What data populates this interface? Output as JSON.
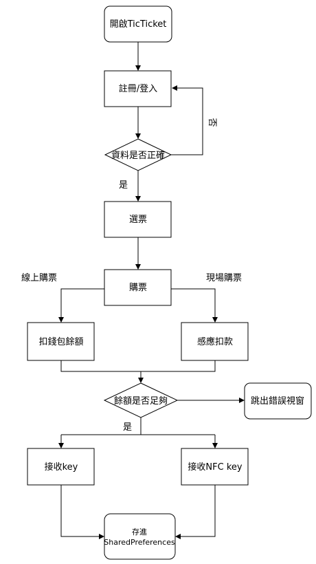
{
  "nodes": {
    "start": "開啟TicTicket",
    "register": "註冊/登入",
    "check_data": "資料是否正確",
    "select_ticket": "選票",
    "buy_ticket": "購票",
    "deduct_wallet": "扣錢包餘額",
    "nfc_deduct": "感應扣款",
    "check_balance": "餘額是否足夠",
    "error_window": "跳出錯誤視窗",
    "receive_key": "接收key",
    "receive_nfc_key": "接收NFC key",
    "store_line1": "存進",
    "store_line2": "SharedPreferences"
  },
  "edge_labels": {
    "no": "否",
    "yes_data": "是",
    "online_purchase": "線上購票",
    "onsite_purchase": "現場購票",
    "yes_balance": "是"
  }
}
